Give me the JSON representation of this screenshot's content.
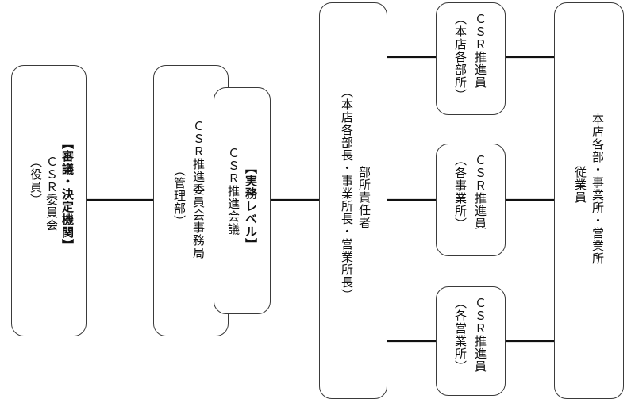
{
  "committee": {
    "heading": "【審議・決定機関】",
    "name": "ＣＳＲ委員会",
    "note": "（役員）"
  },
  "secretariat": {
    "name": "ＣＳＲ推進委員会事務局",
    "note": "（管理部）"
  },
  "practical_meeting": {
    "heading": "【実務レベル】",
    "name": "ＣＳＲ推進会議"
  },
  "managers": {
    "note": "（本店各部長・事業所長・営業所長）",
    "name": "部所責任者"
  },
  "promoters": [
    {
      "name": "ＣＳＲ推進員",
      "note": "（本店各部所）"
    },
    {
      "name": "ＣＳＲ推進員",
      "note": "（各事業所）"
    },
    {
      "name": "ＣＳＲ推進員",
      "note": "（各営業所）"
    }
  ],
  "employees": {
    "line1": "本店各部・事業所・営業所",
    "line2": "従業員"
  }
}
